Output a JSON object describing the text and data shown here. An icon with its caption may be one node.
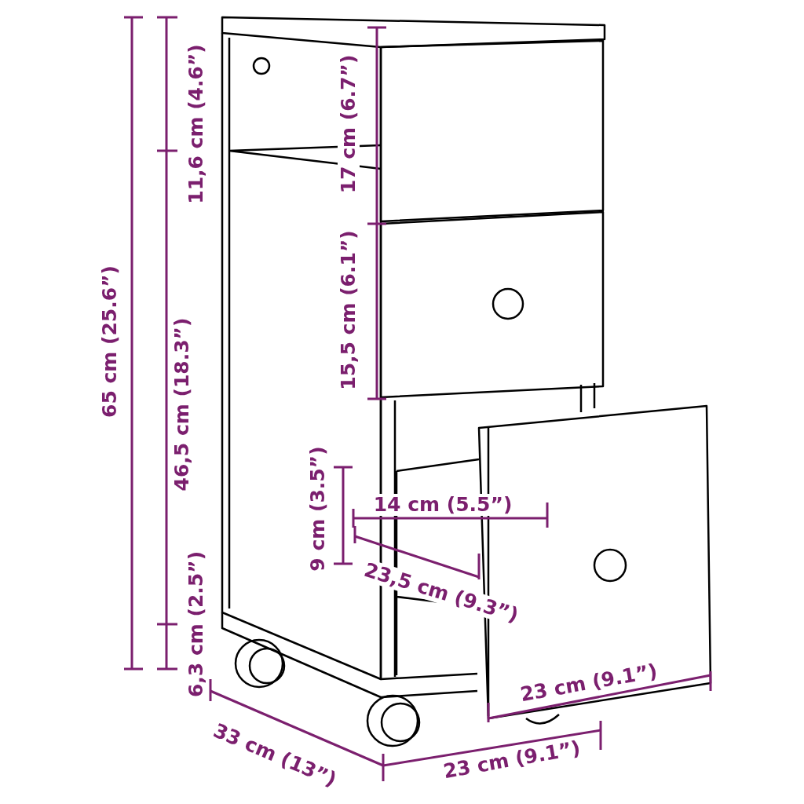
{
  "diagram": {
    "labels": [
      "65 cm (25.6”)",
      "11,6 cm (4.6”)",
      "46,5 cm (18.3”)",
      "6,3 cm (2.5”)",
      "17 cm (6.7”)",
      "15,5 cm (6.1”)",
      "9 cm (3.5”)",
      "14 cm (5.5”)",
      "23,5 cm (9.3”)",
      "23 cm (9.1”)",
      "33 cm (13”)",
      "23 cm (9.1”)"
    ]
  }
}
